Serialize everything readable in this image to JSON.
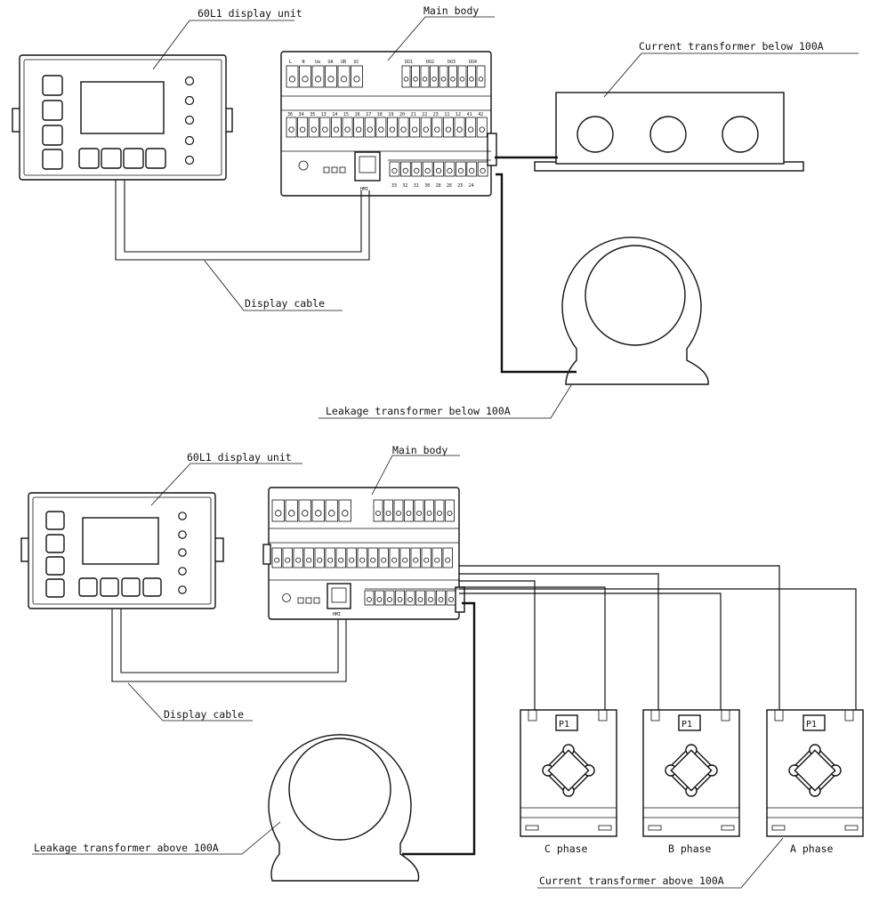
{
  "top": {
    "display_unit_label": "60L1 display unit",
    "main_body_label": "Main body",
    "ct_label": "Current transformer below 100A",
    "cable_label": "Display cable",
    "leakage_label": "Leakage transformer below 100A",
    "terminal_top_labels": [
      "L",
      "N",
      "Ua",
      "UA",
      "UB",
      "UC"
    ],
    "do_labels": [
      "DO1",
      "DO2",
      "DO3",
      "DO4"
    ],
    "terminal_mid_labels": [
      "36",
      "34",
      "35",
      "13",
      "14",
      "15",
      "16",
      "17",
      "18",
      "19",
      "20",
      "21",
      "22",
      "23",
      "11",
      "12",
      "41",
      "42"
    ],
    "terminal_bottom_labels": [
      "33",
      "32",
      "31",
      "30",
      "28",
      "26",
      "25",
      "24"
    ],
    "hmi_label": "HMI"
  },
  "bottom": {
    "display_unit_label": "60L1 display unit",
    "main_body_label": "Main body",
    "cable_label": "Display cable",
    "leakage_label": "Leakage transformer above 100A",
    "ct_label": "Current transformer above 100A",
    "hmi_label": "HMI",
    "phases": [
      {
        "badge": "P1",
        "label": "C phase"
      },
      {
        "badge": "P1",
        "label": "B phase"
      },
      {
        "badge": "P1",
        "label": "A phase"
      }
    ]
  }
}
